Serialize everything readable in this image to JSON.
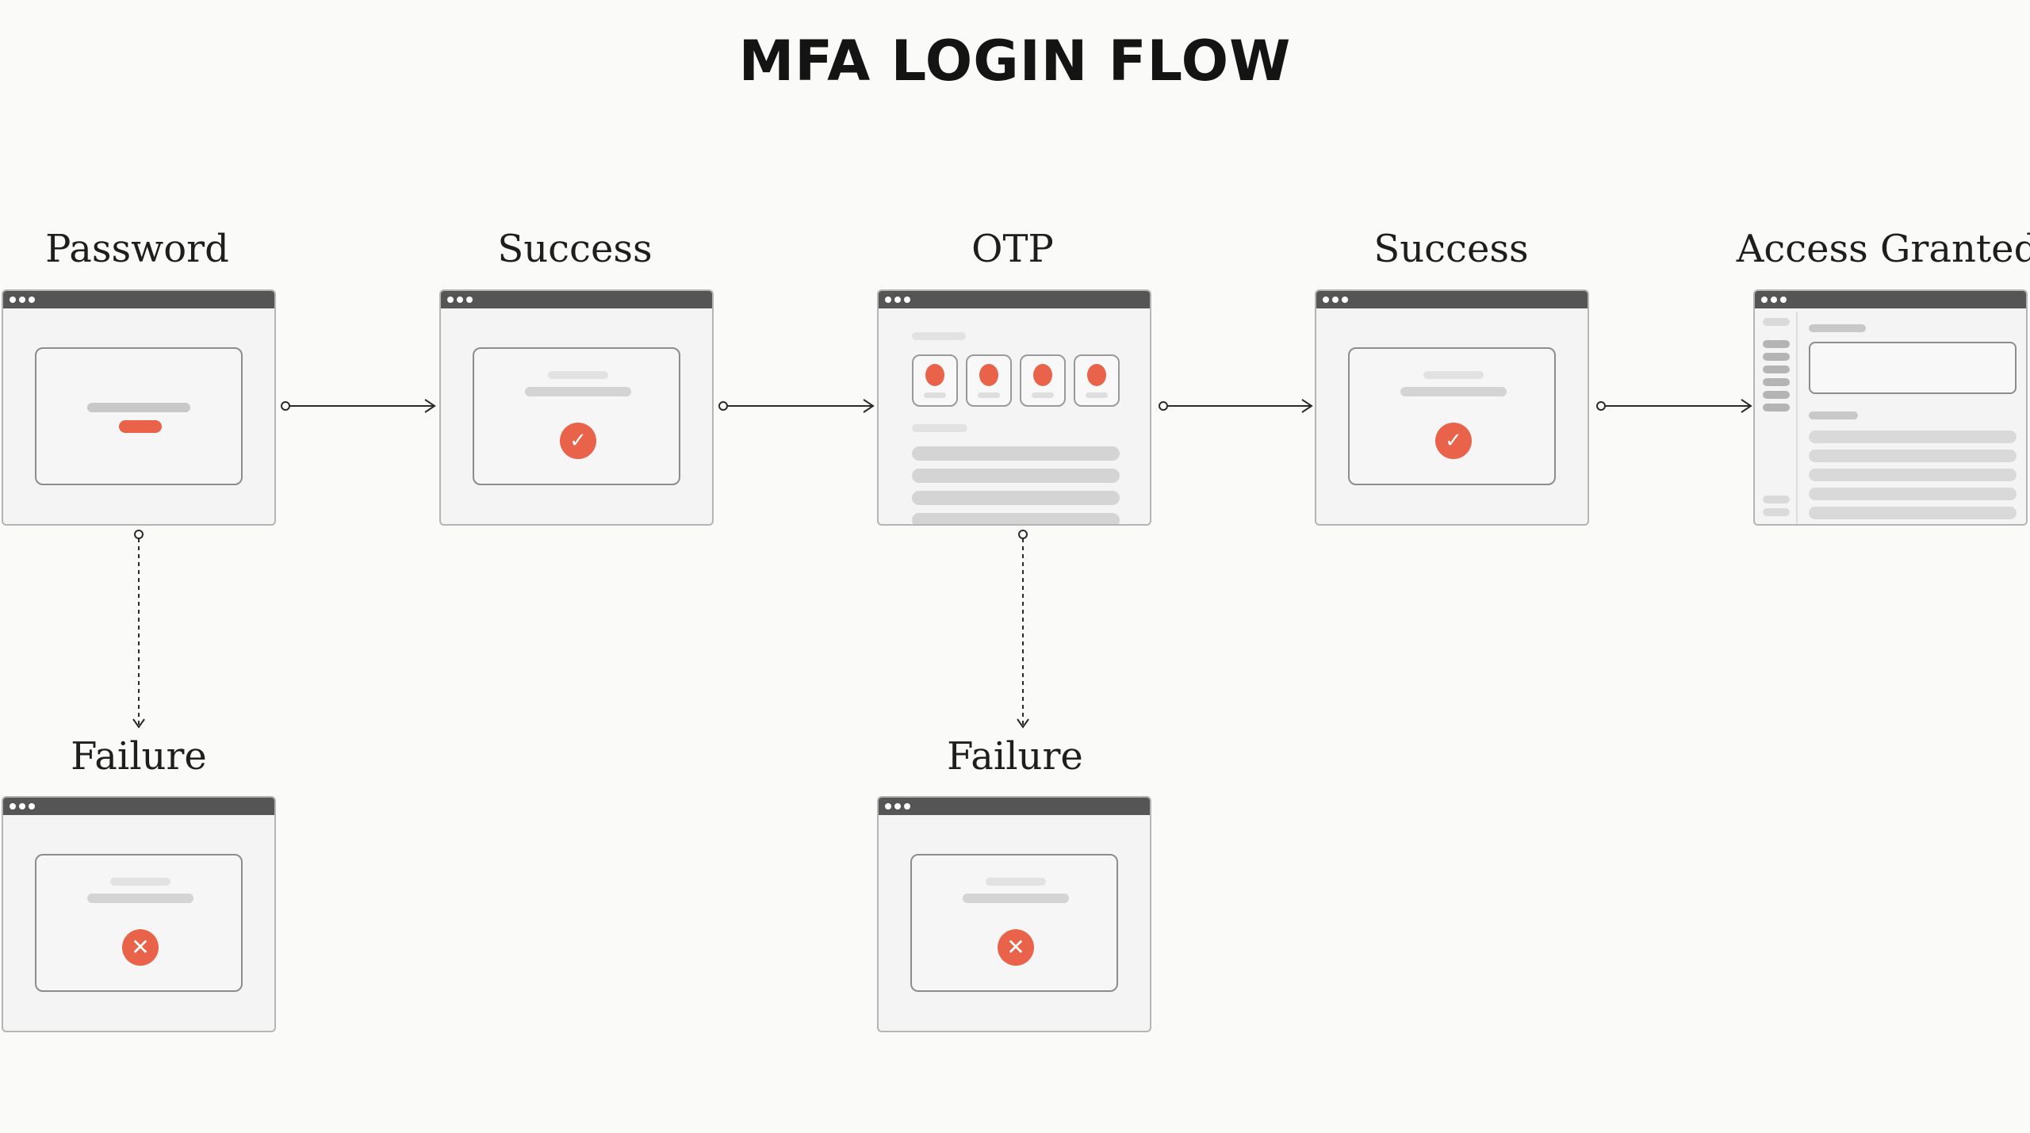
{
  "diagram": {
    "title": "MFA LOGIN FLOW",
    "nodes": {
      "password": {
        "label": "Password"
      },
      "success_1": {
        "label": "Success",
        "status_icon": "check-icon"
      },
      "otp": {
        "label": "OTP",
        "digit_count": 4
      },
      "success_2": {
        "label": "Success",
        "status_icon": "check-icon"
      },
      "access_granted": {
        "label": "Access Granted"
      },
      "failure_1": {
        "label": "Failure",
        "status_icon": "cross-icon"
      },
      "failure_2": {
        "label": "Failure",
        "status_icon": "cross-icon"
      }
    },
    "edges": [
      {
        "from": "password",
        "to": "success_1",
        "style": "solid"
      },
      {
        "from": "success_1",
        "to": "otp",
        "style": "solid"
      },
      {
        "from": "otp",
        "to": "success_2",
        "style": "solid"
      },
      {
        "from": "success_2",
        "to": "access_granted",
        "style": "solid"
      },
      {
        "from": "password",
        "to": "failure_1",
        "style": "dashed"
      },
      {
        "from": "otp",
        "to": "failure_2",
        "style": "dashed"
      }
    ],
    "colors": {
      "accent": "#e8634a",
      "titlebar": "#555555",
      "background": "#fafaf9"
    }
  }
}
